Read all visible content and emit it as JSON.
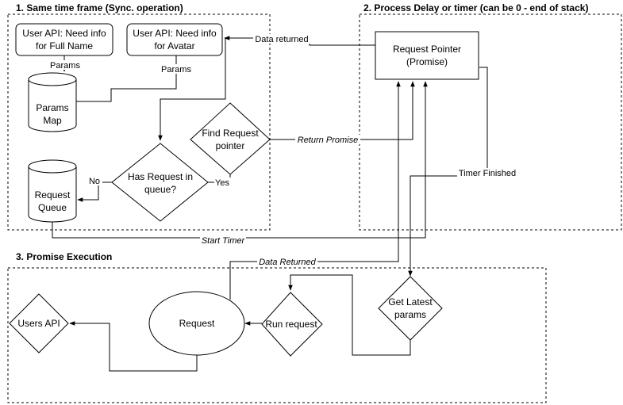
{
  "sections": {
    "sync": "1. Same time frame (Sync. operation)",
    "delay": "2. Process Delay or timer (can be 0 - end of stack)",
    "execution": "3. Promise Execution"
  },
  "nodes": {
    "user_api_full_name": [
      "User API: Need info",
      "for Full Name"
    ],
    "user_api_avatar": [
      "User API: Need info",
      "for Avatar"
    ],
    "params_map": [
      "Params",
      "Map"
    ],
    "request_queue": [
      "Request",
      "Queue"
    ],
    "has_request": [
      "Has Request in",
      "queue?"
    ],
    "find_request_pointer": [
      "Find Request",
      "pointer"
    ],
    "request_pointer": [
      "Request Pointer",
      "(Promise)"
    ],
    "users_api": "Users API",
    "request": "Request",
    "run_request": "Run request",
    "get_latest_params": [
      "Get Latest",
      "params"
    ]
  },
  "edge_labels": {
    "params_1": "Params",
    "params_2": "Params",
    "data_returned": "Data returned",
    "no": "No",
    "yes": "Yes",
    "return_promise": "Return Promise",
    "timer_finished": "Timer Finished",
    "start_timer": "Start Timer",
    "data_returned_2": "Data Returned"
  }
}
